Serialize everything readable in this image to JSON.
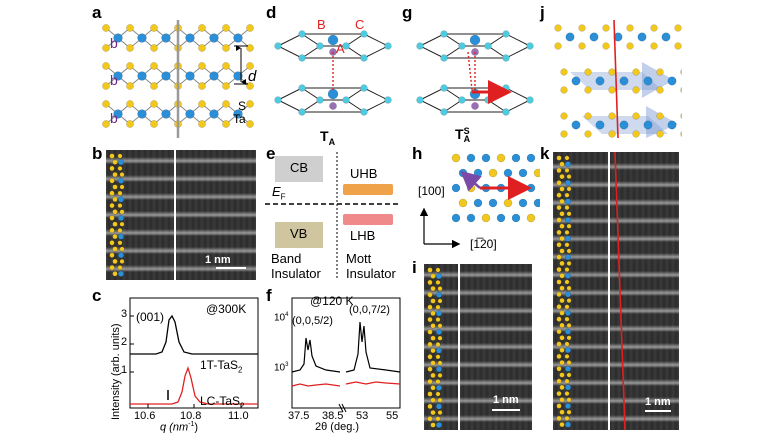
{
  "panels": {
    "a": {
      "letter": "a",
      "layer_labels": [
        "b",
        "b",
        "b"
      ],
      "d_label": "d",
      "s_label": "S",
      "ta_label": "Ta"
    },
    "b": {
      "letter": "b",
      "scale": "1 nm"
    },
    "c": {
      "letter": "c",
      "peak_label": "(001)",
      "temp": "@300K",
      "curve1": "1T-TaS",
      "curve1_sub": "2",
      "curve2": "LC-TaS",
      "curve2_sub": "2",
      "ylabel": "Intensity (arb. units)",
      "xlabel": "q (nm",
      "xlabel_sup": "-1",
      "xlabel_end": ")",
      "xticks": [
        "10.6",
        "10.8",
        "11.0"
      ],
      "yticks": [
        "1",
        "2",
        "3"
      ]
    },
    "d": {
      "letter": "d",
      "site_B": "B",
      "site_C": "C",
      "site_A": "A",
      "name": "T",
      "name_sub": "A"
    },
    "e": {
      "letter": "e",
      "cb": "CB",
      "vb": "VB",
      "ef": "E",
      "ef_sub": "F",
      "uhb": "UHB",
      "lhb": "LHB",
      "band1": "Band",
      "band2": "Insulator",
      "mott1": "Mott",
      "mott2": "Insulator"
    },
    "f": {
      "letter": "f",
      "temp": "@120 K",
      "peak1": "(0,0,5/2)",
      "peak2": "(0,0,7/2)",
      "yticks": [
        "10",
        "10"
      ],
      "ytick_sups": [
        "4",
        "3"
      ],
      "xticks": [
        "37.5",
        "38.5",
        "53",
        "55"
      ],
      "xlabel": "2θ (deg.)"
    },
    "g": {
      "letter": "g",
      "name": "T",
      "name_sup": "S",
      "name_sub": "A"
    },
    "h": {
      "letter": "h",
      "axis_up": "[100]",
      "axis_right": "[1̅20]"
    },
    "i": {
      "letter": "i",
      "scale": "1 nm"
    },
    "j": {
      "letter": "j"
    },
    "k": {
      "letter": "k",
      "scale": "1 nm"
    }
  },
  "colors": {
    "ta": "#2a8fd6",
    "s": "#f2c81e",
    "red": "#e02020",
    "orange": "#f0a24a",
    "pink": "#f08a8a",
    "gray": "#cfcfcf",
    "khaki": "#cfc6a0",
    "plum": "#9b6fb5"
  }
}
